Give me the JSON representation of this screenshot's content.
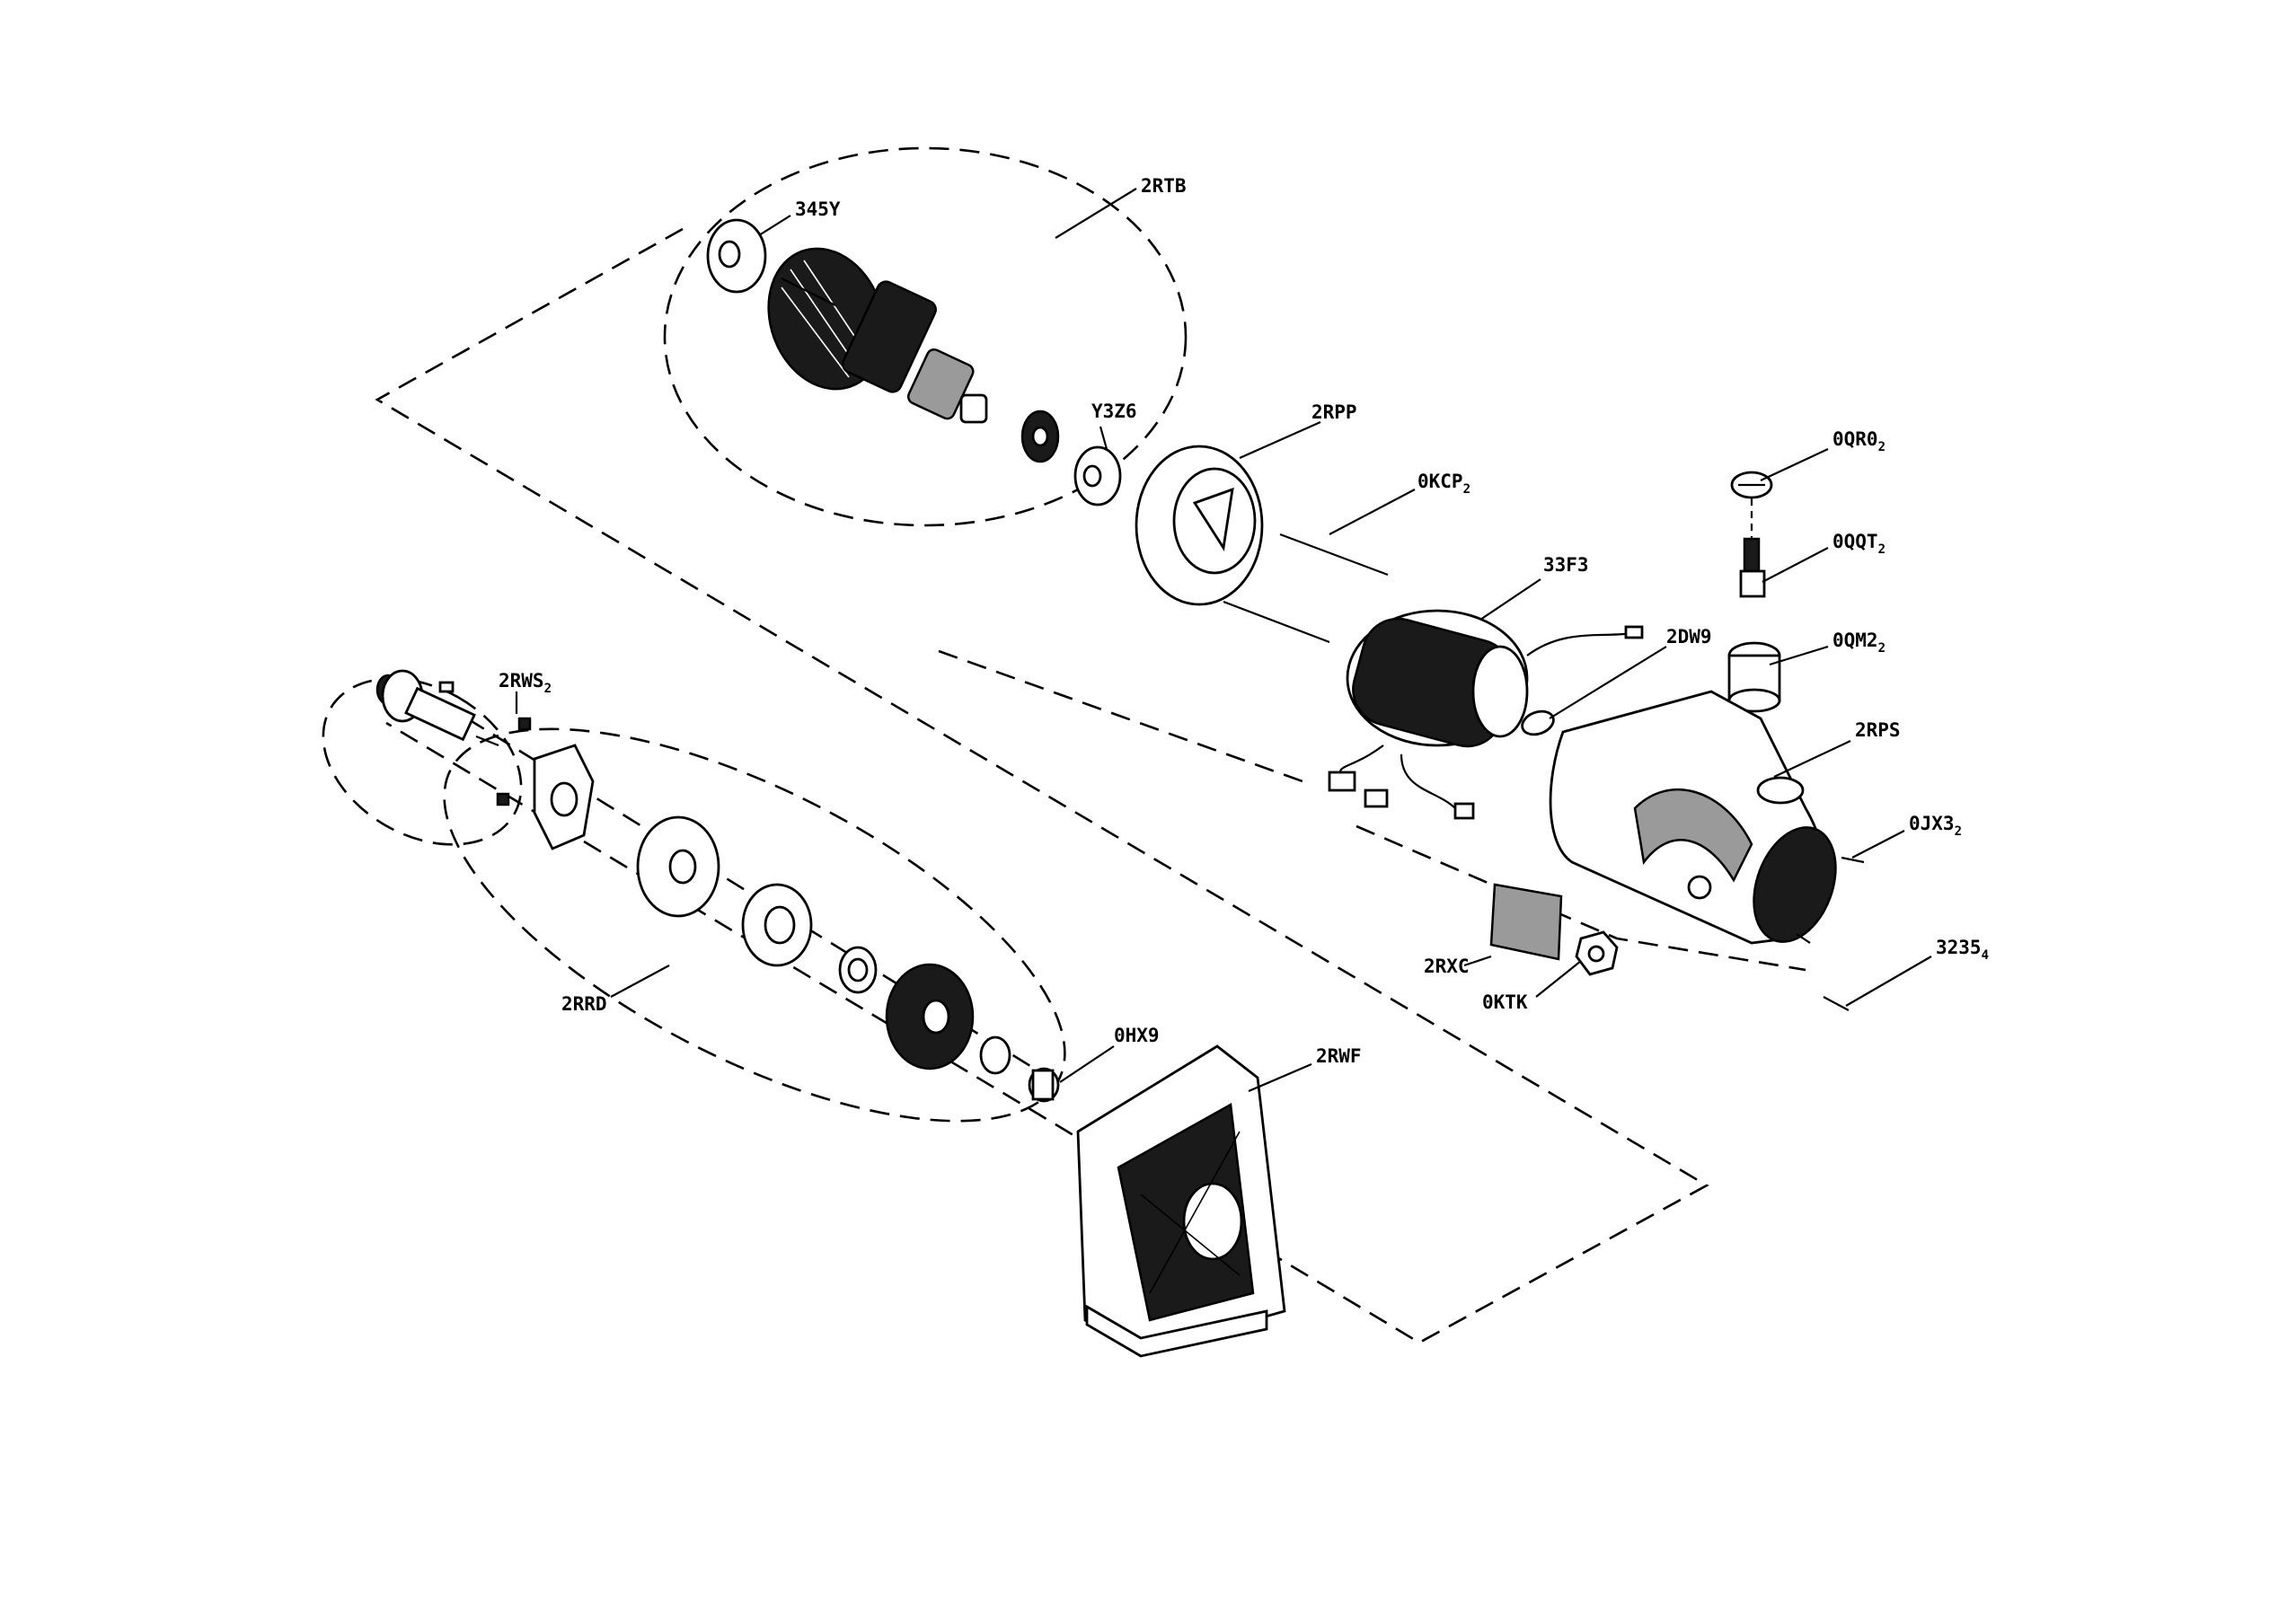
{
  "labels": {
    "armature_group": "2RTB",
    "bearing_top": "345Y",
    "bearing_small": "Y3Z6",
    "housing_ring": "2RPP",
    "through_bolt": "0KCP",
    "through_bolt_sub": "2",
    "stator": "33F3",
    "grommet": "2DW9",
    "brush_cap": "0QR0",
    "brush_cap_sub": "2",
    "brush": "0QQT",
    "brush_sub": "2",
    "brush_holder": "0QM2",
    "brush_holder_sub": "2",
    "motor_housing": "2RPS",
    "screw_right": "0JX3",
    "screw_right_sub": "2",
    "screw_bottom": "3235",
    "screw_bottom_sub": "4",
    "nameplate": "2RXC",
    "nut": "0KTK",
    "spindle_screw": "2RWS",
    "spindle_screw_sub": "2",
    "gear_group": "2RRD",
    "needle_bearing": "0HX9",
    "gear_case": "2RWF"
  }
}
